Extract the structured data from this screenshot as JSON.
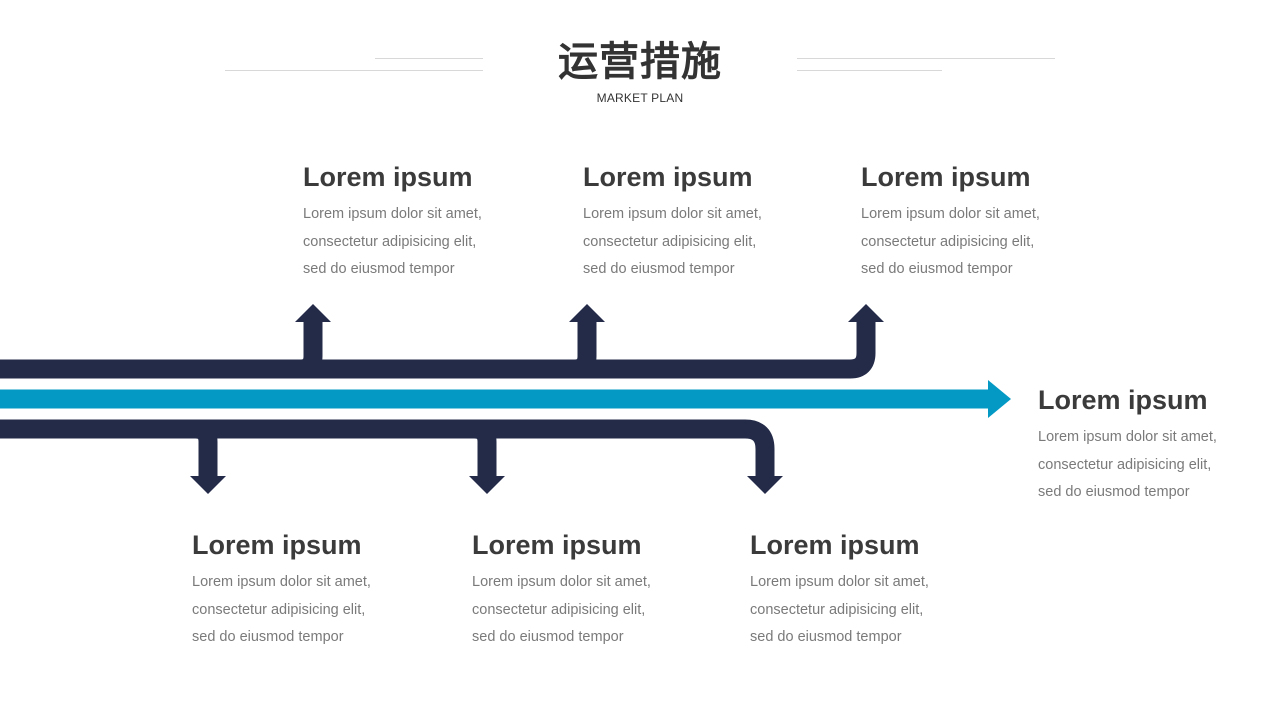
{
  "header": {
    "title": "运营措施",
    "subtitle": "MARKET PLAN"
  },
  "colors": {
    "navy": "#232b49",
    "teal": "#0499c4",
    "heading": "#3b3b3b",
    "body": "#7a7a7a"
  },
  "items": [
    {
      "position": "top-1",
      "heading": "Lorem ipsum",
      "lines": [
        "Lorem ipsum dolor sit amet,",
        "consectetur adipisicing elit,",
        "sed do eiusmod tempor"
      ]
    },
    {
      "position": "top-2",
      "heading": "Lorem ipsum",
      "lines": [
        "Lorem ipsum dolor sit amet,",
        "consectetur adipisicing elit,",
        "sed do eiusmod tempor"
      ]
    },
    {
      "position": "top-3",
      "heading": "Lorem ipsum",
      "lines": [
        "Lorem ipsum dolor sit amet,",
        "consectetur adipisicing elit,",
        "sed do eiusmod tempor"
      ]
    },
    {
      "position": "right",
      "heading": "Lorem ipsum",
      "lines": [
        "Lorem ipsum dolor sit amet,",
        "consectetur adipisicing elit,",
        "sed do eiusmod tempor"
      ]
    },
    {
      "position": "bottom-1",
      "heading": "Lorem ipsum",
      "lines": [
        "Lorem ipsum dolor sit amet,",
        "consectetur adipisicing elit,",
        "sed do eiusmod tempor"
      ]
    },
    {
      "position": "bottom-2",
      "heading": "Lorem ipsum",
      "lines": [
        "Lorem ipsum dolor sit amet,",
        "consectetur adipisicing elit,",
        "sed do eiusmod tempor"
      ]
    },
    {
      "position": "bottom-3",
      "heading": "Lorem ipsum",
      "lines": [
        "Lorem ipsum dolor sit amet,",
        "consectetur adipisicing elit,",
        "sed do eiusmod tempor"
      ]
    }
  ]
}
